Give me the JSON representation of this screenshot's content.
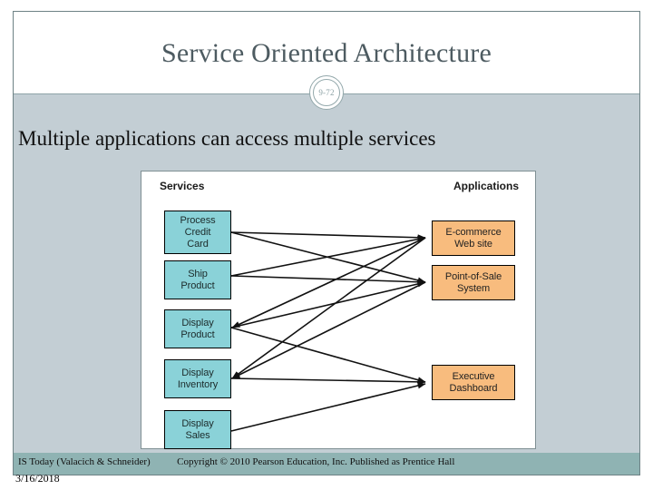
{
  "slide": {
    "title": "Service Oriented Architecture",
    "badge_number": "9-72",
    "subtitle": "Multiple applications can access multiple services",
    "colors": {
      "title_text": "#4d5b61",
      "body_background": "#c3ced4",
      "footer_bar": "#8fb3b3",
      "service_node": "#8ad2d8",
      "application_node": "#f8bc7e",
      "frame_line": "#6e8285"
    }
  },
  "diagram": {
    "type": "bipartite-mapping",
    "left_column_header": "Services",
    "right_column_header": "Applications",
    "services": [
      {
        "id": "process-credit-card",
        "label": "Process\nCredit\nCard",
        "line1": "Process",
        "line2": "Credit",
        "line3": "Card"
      },
      {
        "id": "ship-product",
        "label": "Ship Product",
        "line1": "Ship",
        "line2": "Product",
        "line3": ""
      },
      {
        "id": "display-product",
        "label": "Display Product",
        "line1": "Display",
        "line2": "Product",
        "line3": ""
      },
      {
        "id": "display-inventory",
        "label": "Display Inventory",
        "line1": "Display",
        "line2": "Inventory",
        "line3": ""
      },
      {
        "id": "display-sales",
        "label": "Display Sales",
        "line1": "Display",
        "line2": "Sales",
        "line3": ""
      }
    ],
    "applications": [
      {
        "id": "e-commerce-web-site",
        "label": "E-commerce Web site",
        "line1": "E-commerce",
        "line2": "Web site"
      },
      {
        "id": "point-of-sale-system",
        "label": "Point-of-Sale System",
        "line1": "Point-of-Sale",
        "line2": "System"
      },
      {
        "id": "executive-dashboard",
        "label": "Executive Dashboard",
        "line1": "Executive",
        "line2": "Dashboard"
      }
    ],
    "connections": [
      {
        "from": "process-credit-card",
        "to": "e-commerce-web-site"
      },
      {
        "from": "process-credit-card",
        "to": "point-of-sale-system"
      },
      {
        "from": "ship-product",
        "to": "e-commerce-web-site"
      },
      {
        "from": "ship-product",
        "to": "point-of-sale-system"
      },
      {
        "from": "display-product",
        "to": "e-commerce-web-site"
      },
      {
        "from": "display-product",
        "to": "point-of-sale-system"
      },
      {
        "from": "display-product",
        "to": "executive-dashboard"
      },
      {
        "from": "display-inventory",
        "to": "e-commerce-web-site"
      },
      {
        "from": "display-inventory",
        "to": "point-of-sale-system"
      },
      {
        "from": "display-inventory",
        "to": "executive-dashboard"
      },
      {
        "from": "display-sales",
        "to": "executive-dashboard"
      }
    ]
  },
  "footer": {
    "source": "IS Today (Valacich & Schneider)",
    "copyright": "Copyright © 2010 Pearson Education, Inc. Published as Prentice Hall",
    "date": "3/16/2018"
  }
}
